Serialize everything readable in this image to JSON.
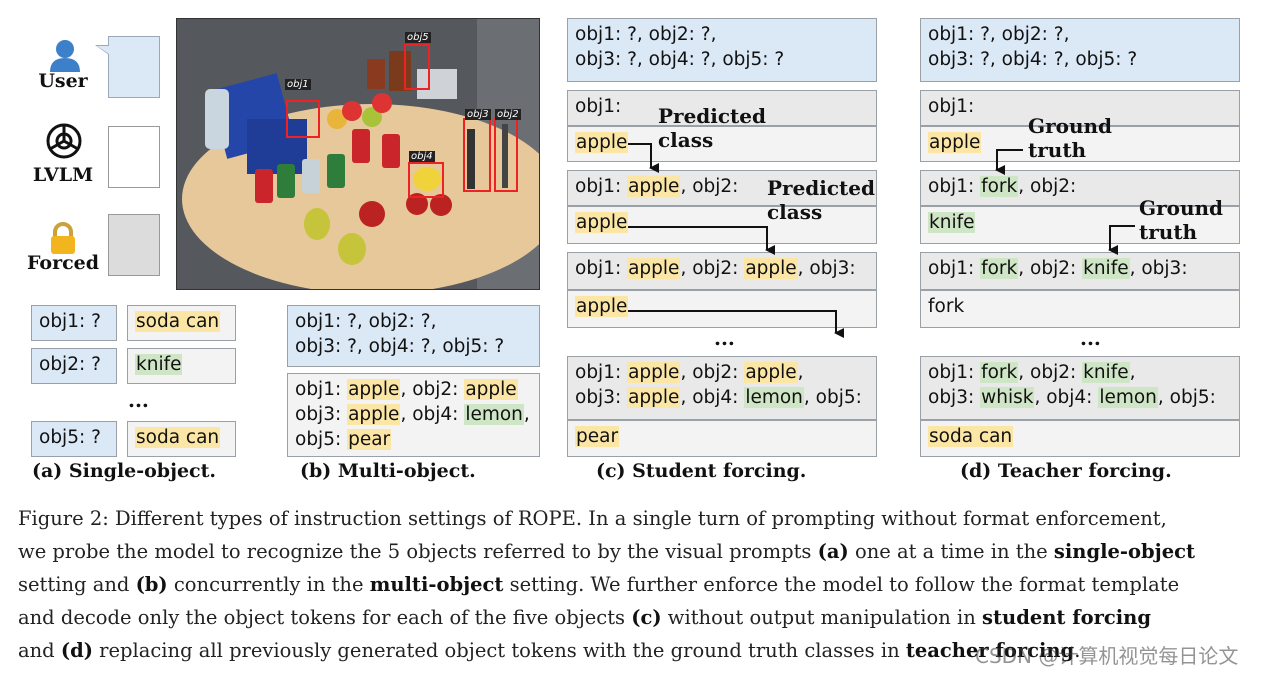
{
  "legend": {
    "user": "User",
    "lvlm": "LVLM",
    "forced": "Forced"
  },
  "photo": {
    "labels": [
      "obj1",
      "obj2",
      "obj3",
      "obj4",
      "obj5"
    ]
  },
  "single": {
    "rows": [
      {
        "q": "obj1: ?",
        "a": "soda can"
      },
      {
        "q": "obj2: ?",
        "a": "knife"
      },
      {
        "q": "obj5: ?",
        "a": "soda can"
      }
    ],
    "ellipsis": "...",
    "caption": "(a) Single-object."
  },
  "multi": {
    "prompt_l1": "obj1: ?, obj2: ?,",
    "prompt_l2": "obj3: ?, obj4: ?, obj5: ?",
    "ans_l1_a": "obj1: ",
    "ans_l1_b": "apple",
    "ans_l1_c": ", obj2: ",
    "ans_l1_d": "apple",
    "ans_l2_a": "obj3: ",
    "ans_l2_b": "apple",
    "ans_l2_c": ", obj4: ",
    "ans_l2_d": "lemon",
    "ans_l2_e": ",",
    "ans_l3_a": "obj5: ",
    "ans_l3_b": "pear",
    "caption": "(b) Multi-object."
  },
  "student": {
    "prompt_l1": "obj1: ?, obj2: ?,",
    "prompt_l2": "obj3: ?, obj4: ?, obj5: ?",
    "f1": "obj1:",
    "a1": "apple",
    "f2_a": "obj1: ",
    "f2_b": "apple",
    "f2_c": ", obj2:",
    "a2": "apple",
    "f3_a": "obj1: ",
    "f3_b": "apple",
    "f3_c": ", obj2: ",
    "f3_d": "apple",
    "f3_e": ", obj3:",
    "a3": "apple",
    "ellipsis": "...",
    "f5_l1_a": "obj1: ",
    "f5_l1_b": "apple",
    "f5_l1_c": ", obj2: ",
    "f5_l1_d": "apple",
    "f5_l1_e": ",",
    "f5_l2_a": "obj3: ",
    "f5_l2_b": "apple",
    "f5_l2_c": ", obj4: ",
    "f5_l2_d": "lemon",
    "f5_l2_e": ", obj5:",
    "a5": "pear",
    "ann1_l1": "Predicted",
    "ann1_l2": "class",
    "ann2_l1": "Predicted",
    "ann2_l2": "class",
    "caption": "(c) Student forcing."
  },
  "teacher": {
    "prompt_l1": "obj1: ?, obj2: ?,",
    "prompt_l2": "obj3: ?, obj4: ?, obj5: ?",
    "f1": "obj1:",
    "a1": "apple",
    "f2_a": "obj1: ",
    "f2_b": "fork",
    "f2_c": ", obj2:",
    "a2": "knife",
    "f3_a": "obj1: ",
    "f3_b": "fork",
    "f3_c": ", obj2: ",
    "f3_d": "knife",
    "f3_e": ", obj3:",
    "a3": "fork",
    "ellipsis": "...",
    "f5_l1_a": "obj1: ",
    "f5_l1_b": "fork",
    "f5_l1_c": ", obj2: ",
    "f5_l1_d": "knife",
    "f5_l1_e": ",",
    "f5_l2_a": "obj3: ",
    "f5_l2_b": "whisk",
    "f5_l2_c": ", obj4: ",
    "f5_l2_d": "lemon",
    "f5_l2_e": ", obj5:",
    "a5": "soda can",
    "ann1_l1": "Ground",
    "ann1_l2": "truth",
    "ann2_l1": "Ground",
    "ann2_l2": "truth",
    "caption": "(d) Teacher forcing."
  },
  "figure_caption": {
    "l1": "Figure 2: Different types of instruction settings of ROPE. In a single turn of prompting without format enforcement,",
    "l2_a": "we probe the model to recognize the 5 objects referred to by the visual prompts ",
    "l2_b": "(a)",
    "l2_c": " one at a time in the ",
    "l2_d": "single-object",
    "l3_a": "setting and ",
    "l3_b": "(b)",
    "l3_c": " concurrently in the ",
    "l3_d": "multi-object",
    "l3_e": " setting. We further enforce the model to follow the format template",
    "l4_a": "and decode only the object tokens for each of the five objects ",
    "l4_b": "(c)",
    "l4_c": " without output manipulation in ",
    "l4_d": "student forcing",
    "l5_a": "and ",
    "l5_b": "(d)",
    "l5_c": " replacing all previously generated object tokens with the ground truth classes in ",
    "l5_d": "teacher forcing",
    "l5_e": "."
  },
  "watermark": "CSDN @计算机视觉每日论文"
}
